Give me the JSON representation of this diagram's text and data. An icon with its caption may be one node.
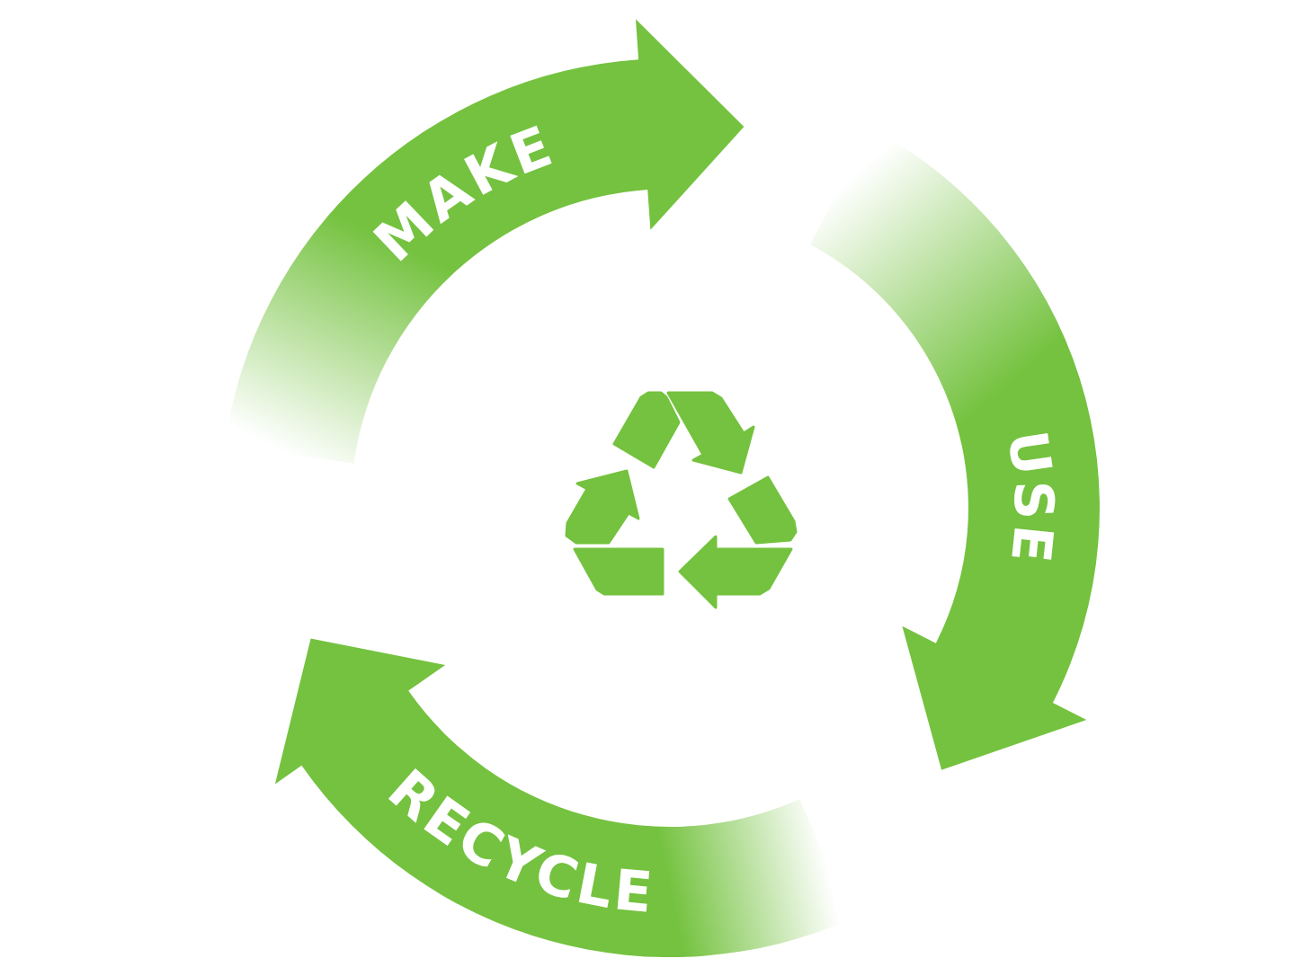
{
  "diagram": {
    "nodes": [
      {
        "text": [
          "MAKE"
        ]
      },
      {
        "text": [
          "USE"
        ]
      },
      {
        "text": [
          "RECYCLE"
        ]
      }
    ]
  }
}
